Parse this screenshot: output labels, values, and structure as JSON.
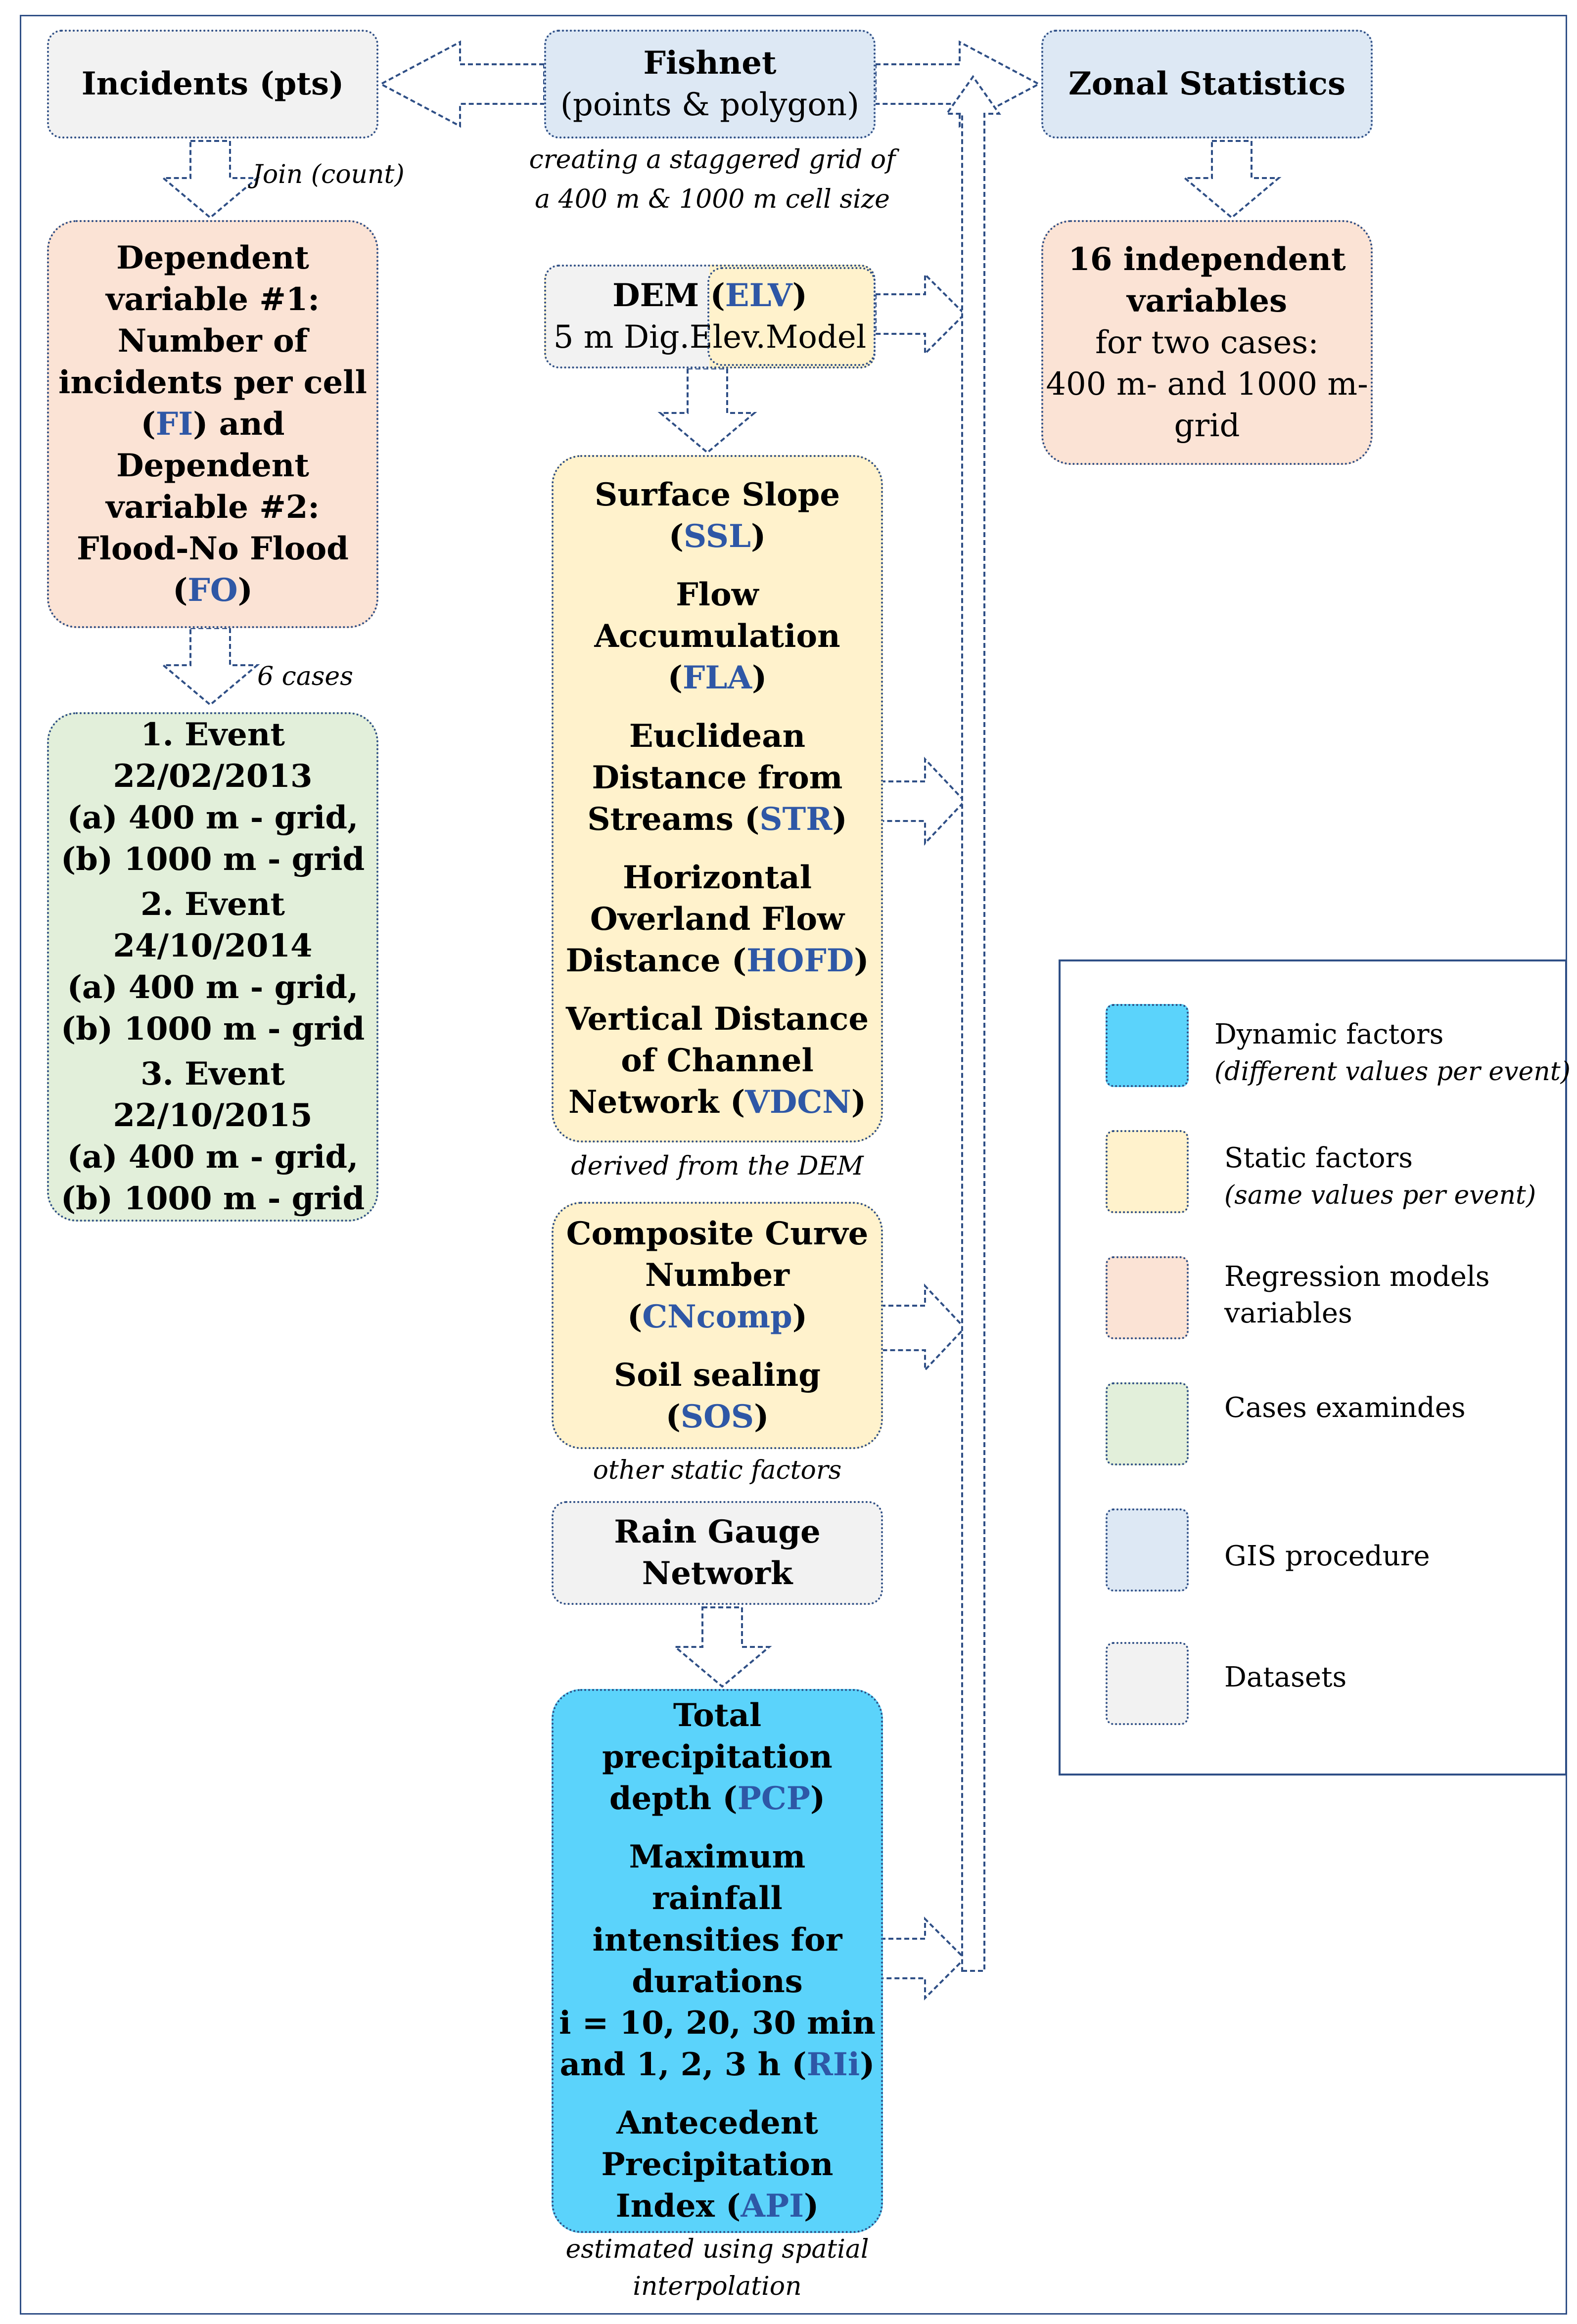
{
  "nodes": {
    "incidents": "Incidents (pts)",
    "fishnet": {
      "line1": "Fishnet",
      "line2": "(points & polygon)"
    },
    "zonal": "Zonal Statistics",
    "dependent": {
      "l1": "Dependent",
      "l2": "variable #1:",
      "l3": "Number of",
      "l4": "incidents per cell",
      "l5_pre": "(",
      "l5_code": "FI",
      "l5_post": ") and",
      "l6": "Dependent",
      "l7": "variable #2:",
      "l8": "Flood-No Flood",
      "l9_pre": "(",
      "l9_code": "FO",
      "l9_post": ")"
    },
    "events": [
      {
        "title": "1. Event 22/02/2013",
        "a": "(a) 400 m - grid,",
        "b": "(b) 1000 m - grid"
      },
      {
        "title": "2. Event 24/10/2014",
        "a": "(a) 400 m - grid,",
        "b": "(b) 1000 m - grid"
      },
      {
        "title": "3. Event 22/10/2015",
        "a": "(a) 400 m - grid,",
        "b": "(b) 1000 m - grid"
      }
    ],
    "dem": {
      "l1_pre": "DEM (",
      "l1_code": "ELV",
      "l1_post": ")",
      "l2": "5 m Dig.Elev.Model"
    },
    "derived": {
      "ssl_1": "Surface Slope",
      "ssl_pre": "(",
      "ssl_code": "SSL",
      "ssl_post": ")",
      "fla_1": "Flow",
      "fla_2": "Accumulation",
      "fla_pre": "(",
      "fla_code": "FLA",
      "fla_post": ")",
      "str_1": "Euclidean",
      "str_2": "Distance from",
      "str_pre": "Streams (",
      "str_code": "STR",
      "str_post": ")",
      "hofd_1": "Horizontal",
      "hofd_2": "Overland Flow",
      "hofd_pre": "Distance (",
      "hofd_code": "HOFD",
      "hofd_post": ")",
      "vdcn_1": "Vertical Distance",
      "vdcn_2": "of Channel",
      "vdcn_pre": "Network (",
      "vdcn_code": "VDCN",
      "vdcn_post": ")"
    },
    "other_static": {
      "cn_1": "Composite Curve",
      "cn_2": "Number",
      "cn_pre": "(",
      "cn_code": "CNcomp",
      "cn_post": ")",
      "sos_1": "Soil sealing",
      "sos_pre": "(",
      "sos_code": "SOS",
      "sos_post": ")"
    },
    "rain_gauge": {
      "l1": "Rain Gauge",
      "l2": "Network"
    },
    "dynamic": {
      "pcp_1": "Total",
      "pcp_2": "precipitation",
      "pcp_pre": "depth (",
      "pcp_code": "PCP",
      "pcp_post": ")",
      "ri_1": "Maximum",
      "ri_2": "rainfall",
      "ri_3": "intensities for",
      "ri_4": "durations",
      "ri_5": "i = 10, 20, 30 min",
      "ri_pre": "and 1, 2, 3 h (",
      "ri_code": "RIi",
      "ri_post": ")",
      "api_1": "Antecedent",
      "api_2": "Precipitation",
      "api_pre": "Index (",
      "api_code": "API",
      "api_post": ")"
    },
    "independent": {
      "l1": "16 independent",
      "l2": "variables",
      "l3": "for two cases:",
      "l4": "400 m- and 1000 m-",
      "l5": "grid"
    }
  },
  "notes": {
    "join": "Join (count)",
    "fishnet_1": "creating a staggered grid of",
    "fishnet_2": "a 400 m & 1000 m cell size",
    "six_cases": "6 cases",
    "derived": "derived from the DEM",
    "other_static": "other static factors",
    "estimated_1": "estimated using spatial",
    "estimated_2": "interpolation"
  },
  "legend": [
    {
      "label": "Dynamic factors",
      "sub": "(different values per event)",
      "color": "#5bd3fb"
    },
    {
      "label": "Static factors",
      "sub": "(same values per event)",
      "color": "#fff2cc"
    },
    {
      "label": "Regression models",
      "sub2": "variables",
      "color": "#fbe3d5"
    },
    {
      "label": "Cases examindes",
      "color": "#e2efda"
    },
    {
      "label": "GIS procedure",
      "color": "#dde8f4"
    },
    {
      "label": "Datasets",
      "color": "#f2f2f2"
    }
  ]
}
